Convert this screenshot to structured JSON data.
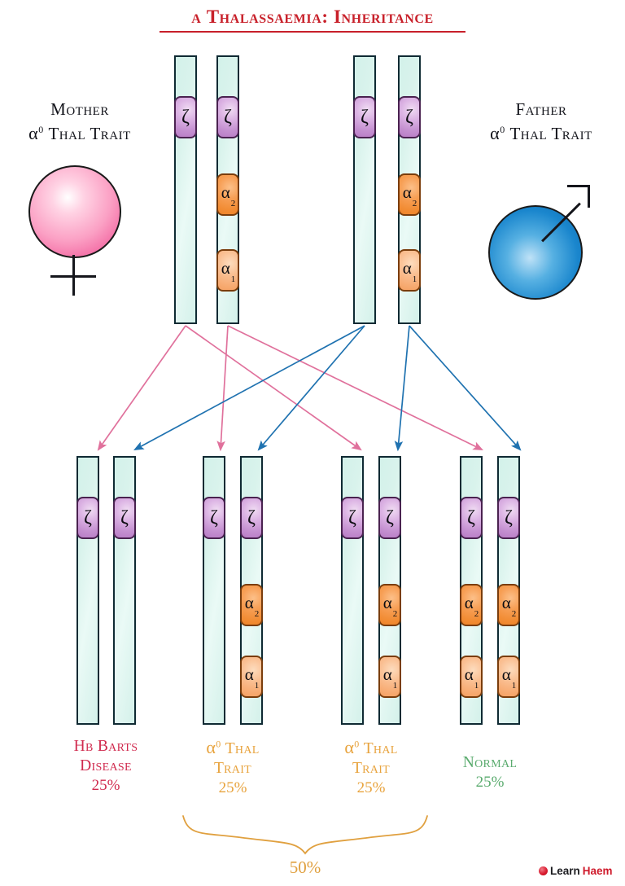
{
  "title": {
    "text": "α Thalassaemia: Inheritance",
    "color": "#c8202a"
  },
  "parents": [
    {
      "role": "Mother",
      "genotype_prefix": "α",
      "genotype_sup": "0",
      "genotype_rest": " Thal Trait",
      "symbol": "female-venus-symbol",
      "symbol_color": "#f472a8",
      "arrow_color": "#e0719c",
      "chromosomes": [
        {
          "genes": [
            "zeta"
          ]
        },
        {
          "genes": [
            "zeta",
            "alpha2",
            "alpha1"
          ]
        }
      ]
    },
    {
      "role": "Father",
      "genotype_prefix": "α",
      "genotype_sup": "0",
      "genotype_rest": " Thal Trait",
      "symbol": "male-mars-symbol",
      "symbol_color": "#1a86cd",
      "arrow_color": "#1f72b0",
      "chromosomes": [
        {
          "genes": [
            "zeta"
          ]
        },
        {
          "genes": [
            "zeta",
            "alpha2",
            "alpha1"
          ]
        }
      ]
    }
  ],
  "gene_labels": {
    "zeta": "ζ",
    "alpha_char": "α",
    "alpha2_sub": "2",
    "alpha1_sub": "1"
  },
  "gene_colors": {
    "zeta": "#c48fd0",
    "alpha2": "#f28d35",
    "alpha1": "#f7ab72",
    "chromosome": "#d9f3ec",
    "chromosome_border": "#0f2a33"
  },
  "offspring": [
    {
      "name": "Hb Barts Disease",
      "name_line1": "Hb Barts",
      "name_line2": "Disease",
      "percent": "25%",
      "color": "#d02a4e",
      "chromosomes": [
        {
          "genes": [
            "zeta"
          ],
          "from": "mother"
        },
        {
          "genes": [
            "zeta"
          ],
          "from": "father"
        }
      ]
    },
    {
      "name": "α0 Thal Trait",
      "name_prefix": "α",
      "name_sup": "0",
      "name_line1_rest": " Thal",
      "name_line2": "Trait",
      "percent": "25%",
      "color": "#e8a33d",
      "chromosomes": [
        {
          "genes": [
            "zeta"
          ],
          "from": "mother"
        },
        {
          "genes": [
            "zeta",
            "alpha2",
            "alpha1"
          ],
          "from": "father"
        }
      ]
    },
    {
      "name": "α0 Thal Trait",
      "name_prefix": "α",
      "name_sup": "0",
      "name_line1_rest": " Thal",
      "name_line2": "Trait",
      "percent": "25%",
      "color": "#e8a33d",
      "chromosomes": [
        {
          "genes": [
            "zeta"
          ],
          "from": "father"
        },
        {
          "genes": [
            "zeta",
            "alpha2",
            "alpha1"
          ],
          "from": "mother"
        }
      ]
    },
    {
      "name": "Normal",
      "name_line1": "Normal",
      "name_line2": "",
      "percent": "25%",
      "color": "#5aab6e",
      "chromosomes": [
        {
          "genes": [
            "zeta",
            "alpha2",
            "alpha1"
          ],
          "from": "mother"
        },
        {
          "genes": [
            "zeta",
            "alpha2",
            "alpha1"
          ],
          "from": "father"
        }
      ]
    }
  ],
  "brace": {
    "percent": "50%",
    "color": "#e0a03f"
  },
  "logo": {
    "first": "Learn",
    "second": "Haem",
    "dot_color": "#d8172c"
  }
}
